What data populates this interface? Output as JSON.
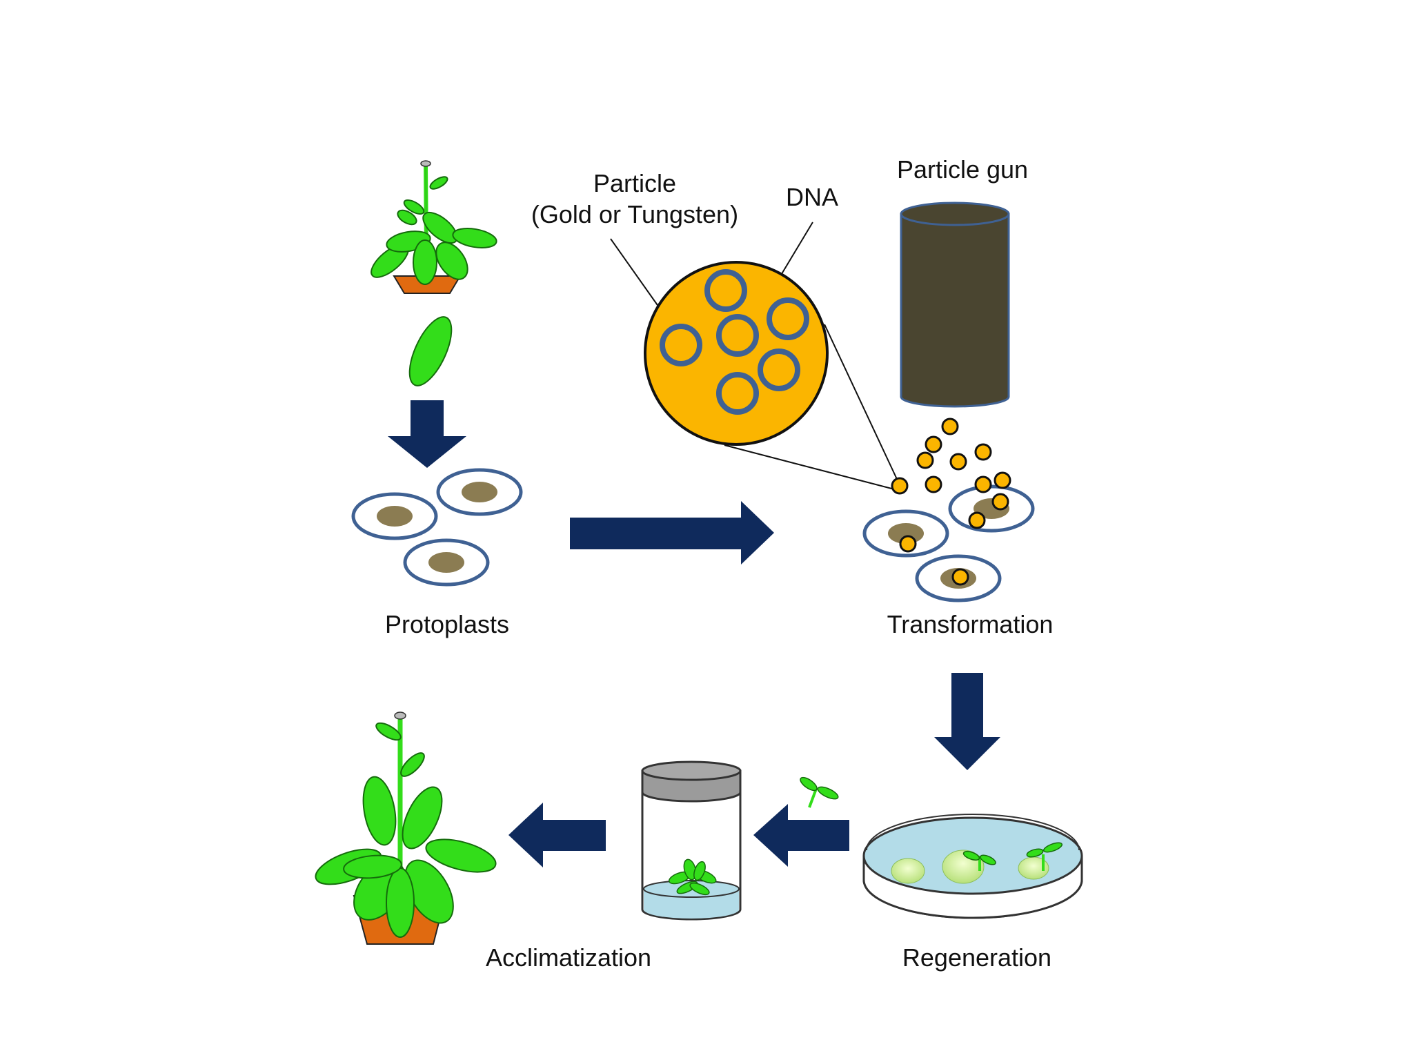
{
  "labels": {
    "particle": "Particle",
    "particle_material": "(Gold or Tungsten)",
    "dna": "DNA",
    "particle_gun": "Particle gun",
    "protoplasts": "Protoplasts",
    "transformation": "Transformation",
    "regeneration": "Regeneration",
    "acclimatization": "Acclimatization"
  },
  "colors": {
    "arrow": "#0f2a5c",
    "cell_outline": "#3f6193",
    "nucleus": "#8b7c52",
    "gold": "#fbb500",
    "gun_body": "#4a4530",
    "leaf": "#33dd1a",
    "pot": "#e06a10",
    "medium": "#b3dce8"
  },
  "icons": {
    "source_plant": "potted-plant-icon",
    "leaf": "leaf-icon",
    "particle": "gold-particle-icon",
    "gun": "particle-gun-icon",
    "dish": "petri-dish-icon",
    "jar": "culture-jar-icon",
    "final_plant": "mature-plant-icon"
  }
}
